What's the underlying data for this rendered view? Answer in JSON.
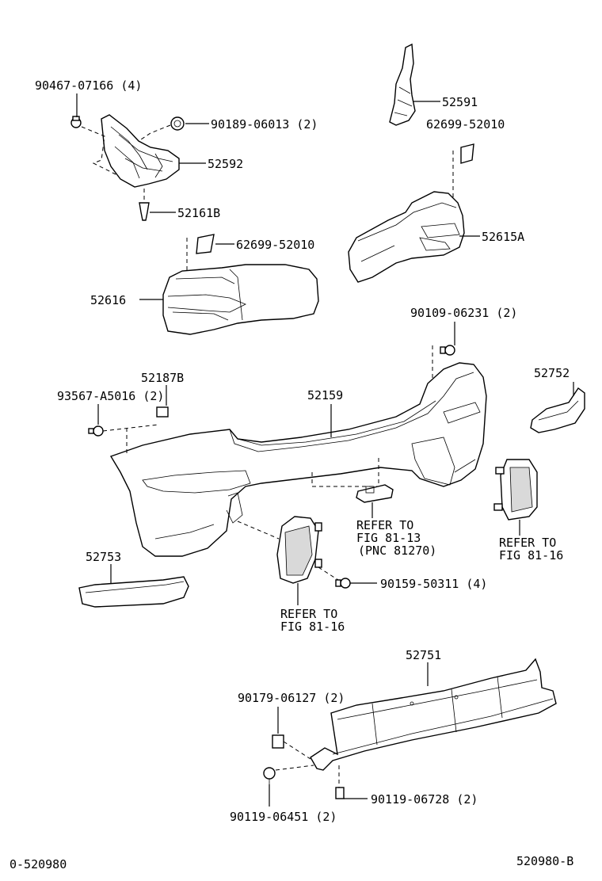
{
  "labels": {
    "p90467": "90467-07166 (4)",
    "p90189": "90189-06013 (2)",
    "p52592": "52592",
    "p52161b": "52161B",
    "p52591": "52591",
    "p62699_top": "62699-52010",
    "p52615a": "52615A",
    "p62699_mid": "62699-52010",
    "p52616": "52616",
    "p90109": "90109-06231 (2)",
    "p52187b": "52187B",
    "p93567": "93567-A5016 (2)",
    "p52159": "52159",
    "p52752": "52752",
    "ref1_l1": "REFER TO",
    "ref1_l2": "FIG 81-13",
    "ref1_l3": "(PNC 81270)",
    "ref2_l1": "REFER TO",
    "ref2_l2": "FIG 81-16",
    "p52753": "52753",
    "p90159": "90159-50311 (4)",
    "ref3_l1": "REFER TO",
    "ref3_l2": "FIG 81-16",
    "p52751": "52751",
    "p90179": "90179-06127 (2)",
    "p90119a": "90119-06728 (2)",
    "p90119b": "90119-06451 (2)"
  },
  "footer": {
    "left_code": "0-520980",
    "right_code": "520980-B"
  }
}
